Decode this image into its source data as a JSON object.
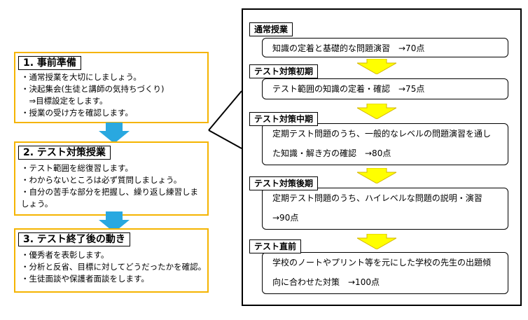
{
  "left_steps": [
    {
      "title": "1. 事前準備",
      "lines": [
        "・通常授業を大切にしましょう。",
        "・決起集会(生徒と講師の気持ちづくり)",
        "　⇒目標設定をします。",
        "・授業の受け方を確認します。"
      ]
    },
    {
      "title": "2. テスト対策授業",
      "lines": [
        "・テスト範囲を総復習します。",
        "・わからないところは必ず質問しましょう。",
        "・自分の苦手な部分を把握し、繰り返し練習しましょう。"
      ]
    },
    {
      "title": "3. テスト終了後の動き",
      "lines": [
        "・優秀者を表彰します。",
        "・分析と反省、目標に対してどうだったかを確認。",
        "・生徒面談や保護者面談をします。"
      ]
    }
  ],
  "phases": [
    {
      "label": "通常授業",
      "text": "知識の定着と基礎的な問題演習　→70点"
    },
    {
      "label": "テスト対策初期",
      "text": "テスト範囲の知識の定着・確認　→75点"
    },
    {
      "label": "テスト対策中期",
      "text": "定期テスト問題のうち、一般的なレベルの問題演習を通した知識・解き方の確認　→80点"
    },
    {
      "label": "テスト対策後期",
      "text": "定期テスト問題のうち、ハイレベルな問題の説明・演習　→90点"
    },
    {
      "label": "テスト直前",
      "text": "学校のノートやプリント等を元にした学校の先生の出題傾向に合わせた対策　→100点"
    }
  ],
  "colors": {
    "step_border": "#f5b400",
    "blue_arrow": "#29a8e0",
    "yellow_arrow": "#ffff00"
  }
}
